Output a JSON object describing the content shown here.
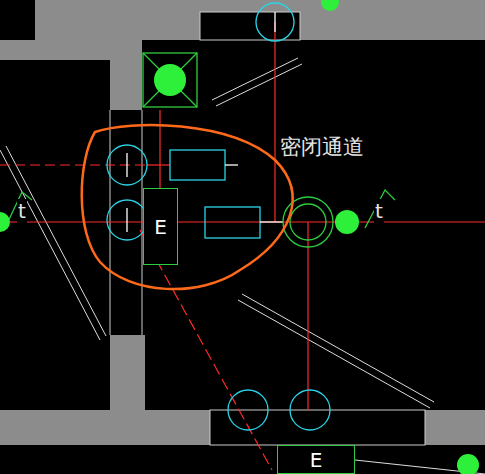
{
  "diagram": {
    "nodes": [
      {
        "text": [
          "E"
        ]
      },
      {
        "text": [
          "E"
        ]
      }
    ],
    "labels": [
      "密闭通道",
      "t",
      "t"
    ]
  }
}
